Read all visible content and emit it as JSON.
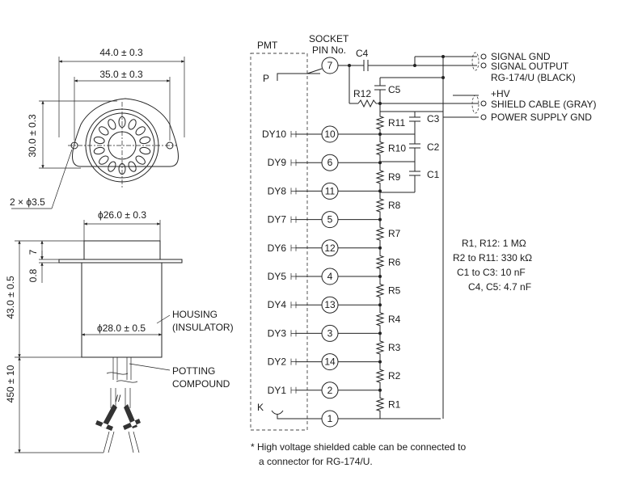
{
  "dims": {
    "width_outer": "44.0 ± 0.3",
    "width_inner": "35.0 ± 0.3",
    "height_flange": "30.0 ± 0.3",
    "holes": "2 × ϕ3.5",
    "dia_top": "ϕ26.0 ± 0.3",
    "seven": "7",
    "thick": "0.8",
    "height_body": "43.0 ± 0.5",
    "dia_body": "ϕ28.0 ± 0.5",
    "cable_len": "450 ± 10"
  },
  "callouts": {
    "housing_1": "HOUSING",
    "housing_2": "(INSULATOR)",
    "potting_1": "POTTING",
    "potting_2": "COMPOUND"
  },
  "circuit": {
    "pmt": "PMT",
    "socket_1": "SOCKET",
    "socket_2": "PIN No.",
    "p": "P",
    "k": "K",
    "dynodes": [
      {
        "label": "DY10",
        "pin": "10"
      },
      {
        "label": "DY9",
        "pin": "6"
      },
      {
        "label": "DY8",
        "pin": "11"
      },
      {
        "label": "DY7",
        "pin": "5"
      },
      {
        "label": "DY6",
        "pin": "12"
      },
      {
        "label": "DY5",
        "pin": "4"
      },
      {
        "label": "DY4",
        "pin": "13"
      },
      {
        "label": "DY3",
        "pin": "3"
      },
      {
        "label": "DY2",
        "pin": "14"
      },
      {
        "label": "DY1",
        "pin": "2"
      }
    ],
    "pin_p": "7",
    "pin_k": "1",
    "resistors": [
      "R11",
      "R10",
      "R9",
      "R8",
      "R7",
      "R6",
      "R5",
      "R4",
      "R3",
      "R2",
      "R1"
    ],
    "r12": "R12",
    "caps": {
      "c4": "C4",
      "c5": "C5",
      "c3": "C3",
      "c2": "C2",
      "c1": "C1"
    },
    "outputs": {
      "sig_gnd": "SIGNAL GND",
      "sig_out": "SIGNAL OUTPUT",
      "rg174": "RG-174/U (BLACK)",
      "hv": "+HV",
      "shield": "SHIELD CABLE (GRAY)",
      "psgnd": "POWER SUPPLY GND"
    },
    "values": [
      "R1, R12: 1 MΩ",
      "R2 to R11: 330 kΩ",
      "C1 to C3: 10 nF",
      "C4, C5: 4.7 nF"
    ]
  },
  "note": {
    "line1": "* High voltage shielded cable can be connected to",
    "line2": "a connector for RG-174/U."
  }
}
